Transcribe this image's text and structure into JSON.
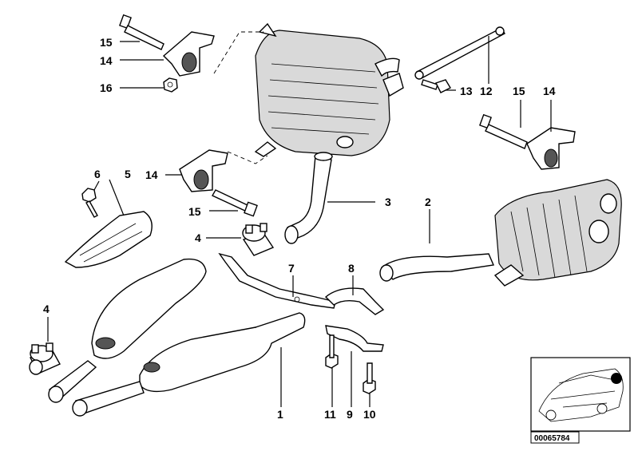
{
  "callouts": {
    "c15a": "15",
    "c14a": "14",
    "c16": "16",
    "c13": "13",
    "c12": "12",
    "c15b": "15",
    "c14b": "14",
    "c3": "3",
    "c2": "2",
    "c6": "6",
    "c5": "5",
    "c14c": "14",
    "c15c": "15",
    "c4a": "4",
    "c7": "7",
    "c8": "8",
    "c4b": "4",
    "c1": "1",
    "c11": "11",
    "c9": "9",
    "c10": "10"
  },
  "inset": {
    "reference": "00065784"
  },
  "colors": {
    "line": "#000000",
    "shade": "#d9d9d9",
    "background": "#ffffff"
  }
}
